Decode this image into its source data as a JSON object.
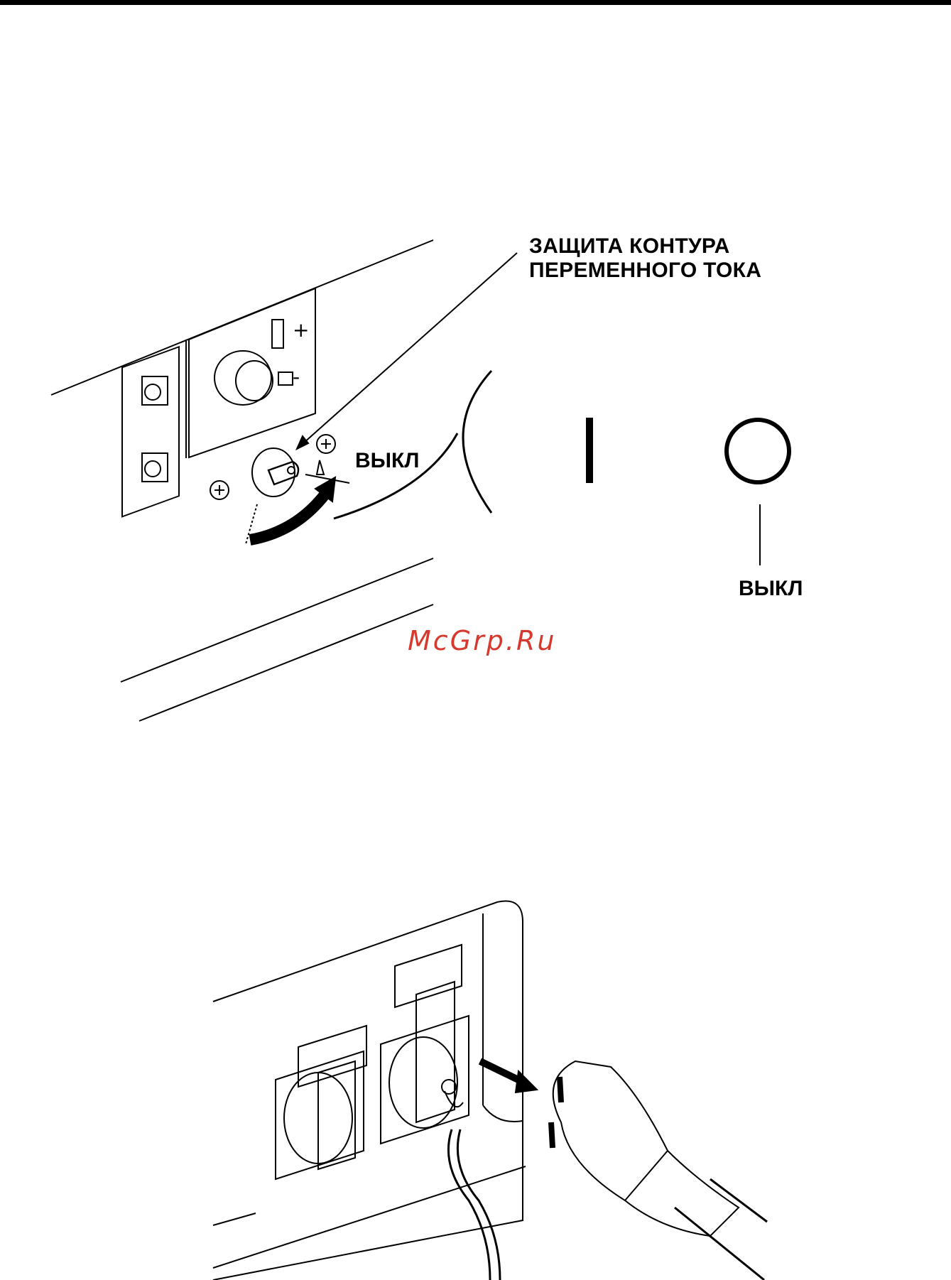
{
  "figure1": {
    "callout_line1": "ЗАЩИТА КОНТУРА",
    "callout_line2": "ПЕРЕМЕННОГО ТОКА",
    "off_label_switch": "ВЫКЛ",
    "off_label_symbol": "ВЫКЛ"
  },
  "watermark": "McGrp.Ru",
  "colors": {
    "ink": "#000000",
    "watermark": "#d6392e"
  },
  "icons": {
    "figure1": "generator-panel-breaker-illustration",
    "figure2": "generator-socket-plug-illustration"
  }
}
